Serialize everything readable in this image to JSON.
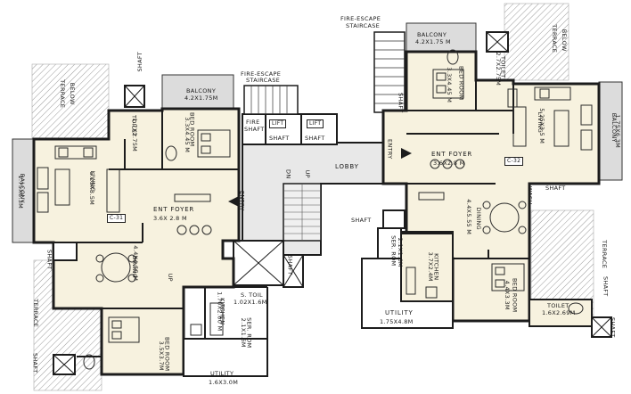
{
  "labels": {
    "balcony_1": "BALCONY",
    "balcony_1_dim": "4.2X1.75M",
    "fire_escape_1": "FIRE-ESCAPE",
    "fire_escape_1b": "STAIRCASE",
    "shaft": "SHAFT",
    "terrace_below": "TERRACE",
    "terrace_below_b": "BELOW",
    "toilet": "TOILET",
    "toilet_1_dim": "1.7X2.75M",
    "bed_room": "BED ROOM",
    "bed_1_dim": "3.3X4.45 M",
    "lift_shaft": "LIFT",
    "lift_shaft_b": "SHAFT",
    "lift_shaft_2": "LIFT",
    "lift_shaft_2b": "SHAFT",
    "fire_shaft": "FIRE",
    "fire_shaft_b": "SHAFT",
    "living": "LIVING",
    "living_1_dim": "5.25X3.5M",
    "balcony_left": "BALCONY",
    "balcony_left_dim": "1.75X6.3M",
    "ent_foyer_1": "ENT FOYER",
    "ent_foyer_1_dim": "3.6X 2.8 M",
    "c31": "C-31",
    "entry_1": "ENTRY",
    "dn_1": "DN",
    "up_1": "UP",
    "lobby": "LOBBY",
    "dining_1": "DINING",
    "dining_1_dim": "4.4X4.55 M",
    "up_2": "UP",
    "terrace_1": "TERRACE",
    "bed_2_dim": "3.5X3.7M",
    "kitchen_1": "KITCHEN",
    "kitchen_1_dim": "1.70X2.60 M",
    "ser_room_1": "SER. ROM",
    "ser_room_1_dim": "2.1X1.6M",
    "s_toil": "S. TOIL",
    "s_toil_dim": "1.02X1.6M",
    "utility_1": "UTILITY",
    "utility_1_dim": "1.6X3.0M",
    "fire_escape_2": "FIRE-ESCAPE",
    "fire_escape_2b": "STAIRCASE",
    "balcony_2": "BALCONY",
    "balcony_2_dim": "4.2X1.75 M",
    "toilet_2_dim": "2.7X2.75M",
    "bed_3_dim": "3.3X4.45 M",
    "living_2_dim": "5.25X3.5 M",
    "balcony_right": "BALCONY",
    "balcony_right_dim": "1.75X6.3M",
    "ent_foyer_2": "ENT FOYER",
    "ent_foyer_2_dim": "3.6X2.8 M",
    "c32": "C-32",
    "entry_2": "ENTRY",
    "wash": "WASH",
    "dining_2": "DINING",
    "dining_2_dim": "4.4X5.55 M",
    "ser_room_2": "SER. ROM",
    "ser_room_2_dim": "2.1X1.6M",
    "kitchen_2": "KITCHEN",
    "kitchen_2_dim": "3.7X2.4M",
    "bed_4_dim": "4.4X3.3M",
    "toilet_3_dim": "1.6X2.69M",
    "utility_2": "UTILITY",
    "utility_2_dim": "1.75X4.8M"
  },
  "colors": {
    "floor": "#f7f2df",
    "wall": "#1c1c1c",
    "balcony": "#dcdcdc",
    "terrace": "#eeeeee",
    "lobby": "#e8e8e8",
    "furniture": "#2a2a2a"
  }
}
